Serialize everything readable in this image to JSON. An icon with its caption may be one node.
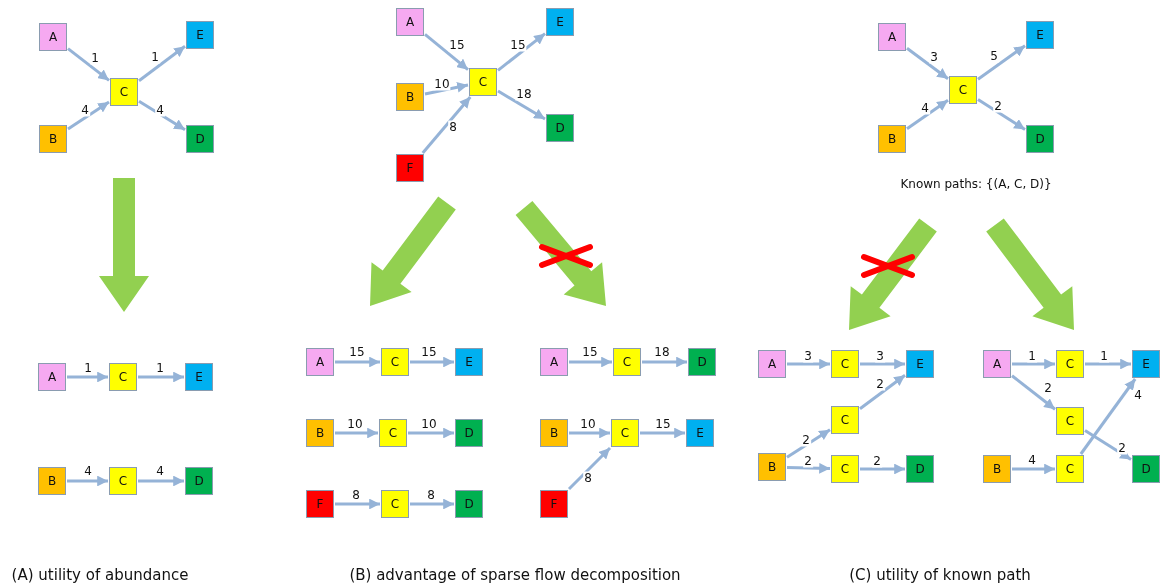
{
  "diagram": {
    "nodes": [
      {
        "text": [
          "A"
        ]
      },
      {
        "text": [
          "E"
        ]
      },
      {
        "text": [
          "C"
        ]
      },
      {
        "text": [
          "B"
        ]
      },
      {
        "text": [
          "D"
        ]
      },
      {
        "text": [
          "A"
        ]
      },
      {
        "text": [
          "C"
        ]
      },
      {
        "text": [
          "E"
        ]
      },
      {
        "text": [
          "B"
        ]
      },
      {
        "text": [
          "C"
        ]
      },
      {
        "text": [
          "D"
        ]
      },
      {
        "text": [
          "A"
        ]
      },
      {
        "text": [
          "E"
        ]
      },
      {
        "text": [
          "C"
        ]
      },
      {
        "text": [
          "B"
        ]
      },
      {
        "text": [
          "D"
        ]
      },
      {
        "text": [
          "F"
        ]
      },
      {
        "text": [
          "A"
        ]
      },
      {
        "text": [
          "C"
        ]
      },
      {
        "text": [
          "E"
        ]
      },
      {
        "text": [
          "B"
        ]
      },
      {
        "text": [
          "C"
        ]
      },
      {
        "text": [
          "D"
        ]
      },
      {
        "text": [
          "F"
        ]
      },
      {
        "text": [
          "C"
        ]
      },
      {
        "text": [
          "D"
        ]
      },
      {
        "text": [
          "A"
        ]
      },
      {
        "text": [
          "C"
        ]
      },
      {
        "text": [
          "D"
        ]
      },
      {
        "text": [
          "B"
        ]
      },
      {
        "text": [
          "C"
        ]
      },
      {
        "text": [
          "E"
        ]
      },
      {
        "text": [
          "F"
        ]
      },
      {
        "text": [
          "A"
        ]
      },
      {
        "text": [
          "E"
        ]
      },
      {
        "text": [
          "C"
        ]
      },
      {
        "text": [
          "B"
        ]
      },
      {
        "text": [
          "D"
        ]
      },
      {
        "text": [
          "A"
        ]
      },
      {
        "text": [
          "C"
        ]
      },
      {
        "text": [
          "E"
        ]
      },
      {
        "text": [
          "C"
        ]
      },
      {
        "text": [
          "B"
        ]
      },
      {
        "text": [
          "C"
        ]
      },
      {
        "text": [
          "D"
        ]
      },
      {
        "text": [
          "A"
        ]
      },
      {
        "text": [
          "C"
        ]
      },
      {
        "text": [
          "E"
        ]
      },
      {
        "text": [
          "C"
        ]
      },
      {
        "text": [
          "B"
        ]
      },
      {
        "text": [
          "C"
        ]
      },
      {
        "text": [
          "D"
        ]
      }
    ],
    "edges": [
      {
        "from": 0,
        "to": 2,
        "arrow": "to",
        "label": "1"
      },
      {
        "from": 3,
        "to": 2,
        "arrow": "to",
        "label": "4"
      },
      {
        "from": 2,
        "to": 1,
        "arrow": "to",
        "label": "1"
      },
      {
        "from": 2,
        "to": 4,
        "arrow": "to",
        "label": "4"
      },
      {
        "from": 5,
        "to": 6,
        "arrow": "to",
        "label": "1"
      },
      {
        "from": 6,
        "to": 7,
        "arrow": "to",
        "label": "1"
      },
      {
        "from": 8,
        "to": 9,
        "arrow": "to",
        "label": "4"
      },
      {
        "from": 9,
        "to": 10,
        "arrow": "to",
        "label": "4"
      },
      {
        "from": 11,
        "to": 13,
        "arrow": "to",
        "label": "15"
      },
      {
        "from": 14,
        "to": 13,
        "arrow": "to",
        "label": "10"
      },
      {
        "from": 16,
        "to": 13,
        "arrow": "to",
        "label": "8"
      },
      {
        "from": 13,
        "to": 12,
        "arrow": "to",
        "label": "15"
      },
      {
        "from": 13,
        "to": 15,
        "arrow": "to",
        "label": "18"
      },
      {
        "from": 17,
        "to": 18,
        "arrow": "to",
        "label": "15"
      },
      {
        "from": 18,
        "to": 19,
        "arrow": "to",
        "label": "15"
      },
      {
        "from": 20,
        "to": 21,
        "arrow": "to",
        "label": "10"
      },
      {
        "from": 21,
        "to": 22,
        "arrow": "to",
        "label": "10"
      },
      {
        "from": 23,
        "to": 24,
        "arrow": "to",
        "label": "8"
      },
      {
        "from": 24,
        "to": 25,
        "arrow": "to",
        "label": "8"
      },
      {
        "from": 26,
        "to": 27,
        "arrow": "to",
        "label": "15"
      },
      {
        "from": 27,
        "to": 28,
        "arrow": "to",
        "label": "18"
      },
      {
        "from": 29,
        "to": 30,
        "arrow": "to",
        "label": "10"
      },
      {
        "from": 30,
        "to": 31,
        "arrow": "to",
        "label": "15"
      },
      {
        "from": 32,
        "to": 30,
        "arrow": "to",
        "label": "8"
      },
      {
        "from": 33,
        "to": 35,
        "arrow": "to",
        "label": "3"
      },
      {
        "from": 36,
        "to": 35,
        "arrow": "to",
        "label": "4"
      },
      {
        "from": 35,
        "to": 34,
        "arrow": "to",
        "label": "5"
      },
      {
        "from": 35,
        "to": 37,
        "arrow": "to",
        "label": "2"
      },
      {
        "from": 38,
        "to": 39,
        "arrow": "to",
        "label": "3"
      },
      {
        "from": 39,
        "to": 40,
        "arrow": "to",
        "label": "3"
      },
      {
        "from": 41,
        "to": 40,
        "arrow": "to",
        "label": "2"
      },
      {
        "from": 42,
        "to": 41,
        "arrow": "to",
        "label": "2"
      },
      {
        "from": 42,
        "to": 43,
        "arrow": "to",
        "label": "2"
      },
      {
        "from": 43,
        "to": 44,
        "arrow": "to",
        "label": "2"
      },
      {
        "from": 45,
        "to": 46,
        "arrow": "to",
        "label": "1"
      },
      {
        "from": 46,
        "to": 47,
        "arrow": "to",
        "label": "1"
      },
      {
        "from": 45,
        "to": 48,
        "arrow": "to",
        "label": "2"
      },
      {
        "from": 48,
        "to": 51,
        "arrow": "to",
        "label": "2"
      },
      {
        "from": 49,
        "to": 50,
        "arrow": "to",
        "label": "4"
      },
      {
        "from": 50,
        "to": 47,
        "arrow": "to",
        "label": "4"
      }
    ],
    "labels": [
      "Known paths: {(A, C, D)}",
      "(A) utility of abundance",
      "(B) advantage of sparse flow decomposition",
      "(C) utility of known path"
    ]
  }
}
